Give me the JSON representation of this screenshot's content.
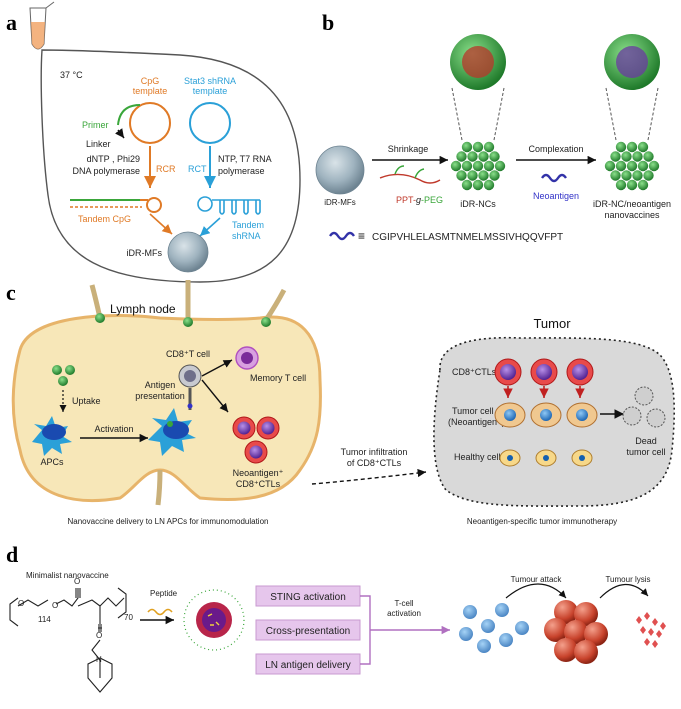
{
  "panels": {
    "a": {
      "label": "a",
      "temperature": "37 °C",
      "cpg_template": [
        "CpG",
        "template"
      ],
      "shrna_template": [
        "Stat3 shRNA",
        "template"
      ],
      "primer": "Primer",
      "linker": "Linker",
      "left_reagents": [
        "dNTP , Phi29",
        "DNA polymerase"
      ],
      "rcr": "RCR",
      "rct": "RCT",
      "right_reagents": [
        "NTP, T7 RNA",
        "polymerase"
      ],
      "tandem_cpg": "Tandem CpG",
      "tandem_shrna": [
        "Tandem",
        "shRNA"
      ],
      "product": "iDR-MFs"
    },
    "b": {
      "label": "b",
      "particle": "iDR-MFs",
      "shrinkage": "Shrinkage",
      "polymer": [
        "PPT-",
        "g",
        "-PEG"
      ],
      "nanocomplex": "iDR-NCs",
      "complexation": "Complexation",
      "neoantigen": "Neoantigen",
      "product": [
        "iDR-NC/neoantigen",
        "nanovaccines"
      ],
      "sequence": "CGIPVHLELASMTNMELMSSIVHQQVFPT"
    },
    "c": {
      "label": "c",
      "lymph_node": "Lymph node",
      "cd8_t_cell": "CD8⁺T cell",
      "uptake": "Uptake",
      "antigen_presentation": [
        "Antigen",
        "presentation"
      ],
      "memory_t_cell": "Memory T cell",
      "apcs": "APCs",
      "activation": "Activation",
      "neoantigen_ctls": [
        "Neoantigen⁺",
        "CD8⁺CTLs"
      ],
      "infiltration": [
        "Tumor infiltration",
        "of CD8⁺CTLs"
      ],
      "tumor": "Tumor",
      "cd8_ctls": "CD8⁺CTLs",
      "tumor_cell": [
        "Tumor cell",
        "(Neoantigen⁺)"
      ],
      "healthy_cell": "Healthy cell",
      "dead_tumor_cell": [
        "Dead",
        "tumor cell"
      ],
      "caption_left": "Nanovaccine delivery to LN APCs for immunomodulation",
      "caption_right": "Neoantigen-specific tumor immunotherapy"
    },
    "d": {
      "label": "d",
      "title": "Minimalist nanovaccine",
      "peptide": "Peptide",
      "subscript_114": "114",
      "subscript_70": "70",
      "functions": [
        "STING activation",
        "Cross-presentation",
        "LN antigen delivery"
      ],
      "tcell_activation": [
        "T-cell",
        "activation"
      ],
      "tumour_attack": "Tumour attack",
      "tumour_lysis": "Tumour lysis"
    }
  },
  "colors": {
    "orange": "#e07a26",
    "blue": "#2aa0d8",
    "green": "#3aa63a",
    "purple_box": "#e6c6ec",
    "tumor_red": "#c8432c",
    "lymph_fill": "#f7e7b8"
  }
}
